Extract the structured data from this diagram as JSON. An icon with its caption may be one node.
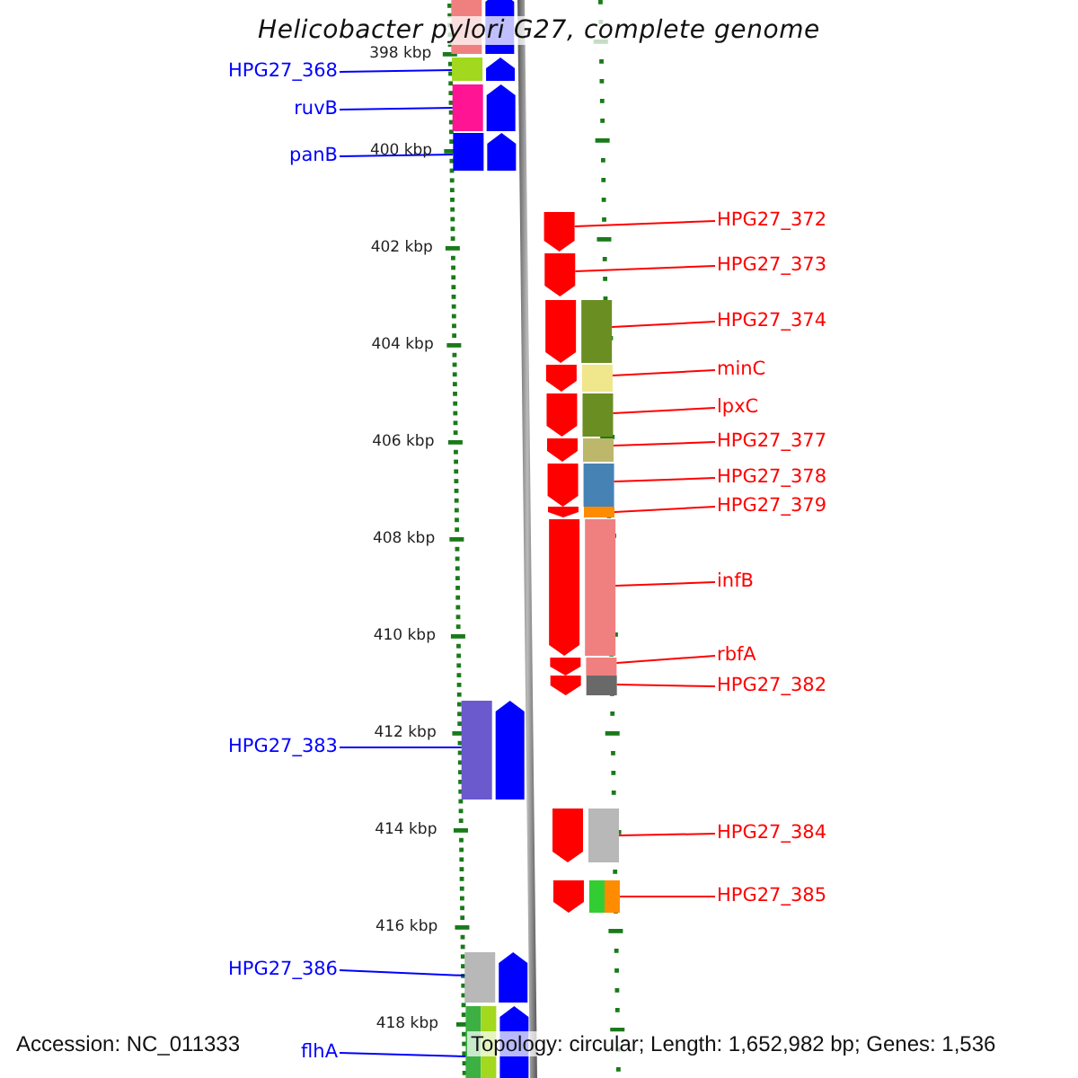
{
  "diagram": {
    "title": "Helicobacter pylori G27, complete genome",
    "nodes": [
      {
        "text": [
          "HPG27_368"
        ]
      },
      {
        "text": [
          "ruvB"
        ]
      },
      {
        "text": [
          "panB"
        ]
      },
      {
        "text": [
          "HPG27_372"
        ]
      },
      {
        "text": [
          "HPG27_373"
        ]
      },
      {
        "text": [
          "HPG27_374"
        ]
      },
      {
        "text": [
          "minC"
        ]
      },
      {
        "text": [
          "lpxC"
        ]
      },
      {
        "text": [
          "HPG27_377"
        ]
      },
      {
        "text": [
          "HPG27_378"
        ]
      },
      {
        "text": [
          "HPG27_379"
        ]
      },
      {
        "text": [
          "infB"
        ]
      },
      {
        "text": [
          "rbfA"
        ]
      },
      {
        "text": [
          "HPG27_382"
        ]
      },
      {
        "text": [
          "HPG27_383"
        ]
      },
      {
        "text": [
          "HPG27_384"
        ]
      },
      {
        "text": [
          "HPG27_385"
        ]
      },
      {
        "text": [
          "HPG27_386"
        ]
      },
      {
        "text": [
          "flhA"
        ]
      },
      {
        "text": [],
        "shape": "arrow"
      },
      {
        "text": [],
        "shape": "arrow"
      },
      {
        "text": [],
        "shape": "arrow"
      },
      {
        "text": [],
        "shape": "arrow"
      },
      {
        "text": [],
        "shape": "arrow"
      },
      {
        "text": [],
        "shape": "arrow"
      },
      {
        "text": [],
        "shape": "arrow"
      },
      {
        "text": [],
        "shape": "arrow"
      },
      {
        "text": [],
        "shape": "arrow"
      },
      {
        "text": [],
        "shape": "arrow"
      },
      {
        "text": [],
        "shape": "arrow"
      },
      {
        "text": [],
        "shape": "arrow"
      },
      {
        "text": [],
        "shape": "arrow"
      },
      {
        "text": [],
        "shape": "arrow"
      },
      {
        "text": [],
        "shape": "arrow"
      },
      {
        "text": [],
        "shape": "arrow"
      },
      {
        "text": [],
        "shape": "arrow"
      },
      {
        "text": [],
        "shape": "arrow"
      },
      {
        "text": [],
        "shape": "arrow"
      }
    ],
    "edges": [
      {
        "from": 0,
        "to": 19,
        "arrow": "none",
        "color": "#0000ff"
      },
      {
        "from": 1,
        "to": 20,
        "arrow": "none",
        "color": "#0000ff"
      },
      {
        "from": 2,
        "to": 21,
        "arrow": "none",
        "color": "#0000ff"
      },
      {
        "from": 3,
        "to": 22,
        "arrow": "none"
      },
      {
        "from": 4,
        "to": 23,
        "arrow": "none"
      },
      {
        "from": 5,
        "to": 24,
        "arrow": "none"
      },
      {
        "from": 6,
        "to": 25,
        "arrow": "none"
      },
      {
        "from": 7,
        "to": 26,
        "arrow": "none"
      },
      {
        "from": 8,
        "to": 27,
        "arrow": "none"
      },
      {
        "from": 9,
        "to": 28,
        "arrow": "none"
      },
      {
        "from": 10,
        "to": 29,
        "arrow": "none"
      },
      {
        "from": 11,
        "to": 30,
        "arrow": "none"
      },
      {
        "from": 12,
        "to": 31,
        "arrow": "none"
      },
      {
        "from": 13,
        "to": 32,
        "arrow": "none"
      },
      {
        "from": 14,
        "to": 33,
        "arrow": "none",
        "color": "#0000ff"
      },
      {
        "from": 15,
        "to": 34,
        "arrow": "none"
      },
      {
        "from": 16,
        "to": 35,
        "arrow": "none"
      },
      {
        "from": 17,
        "to": 36,
        "arrow": "none",
        "color": "#0000ff"
      },
      {
        "from": 18,
        "to": 37,
        "arrow": "none",
        "color": "#0000ff"
      }
    ],
    "labels": [
      "398 kbp",
      "400 kbp",
      "402 kbp",
      "404 kbp",
      "406 kbp",
      "408 kbp",
      "410 kbp",
      "412 kbp",
      "414 kbp",
      "416 kbp",
      "418 kbp",
      "Accession: NC_011333",
      "Topology: circular; Length: 1,652,982 bp; Genes: 1,536"
    ]
  }
}
